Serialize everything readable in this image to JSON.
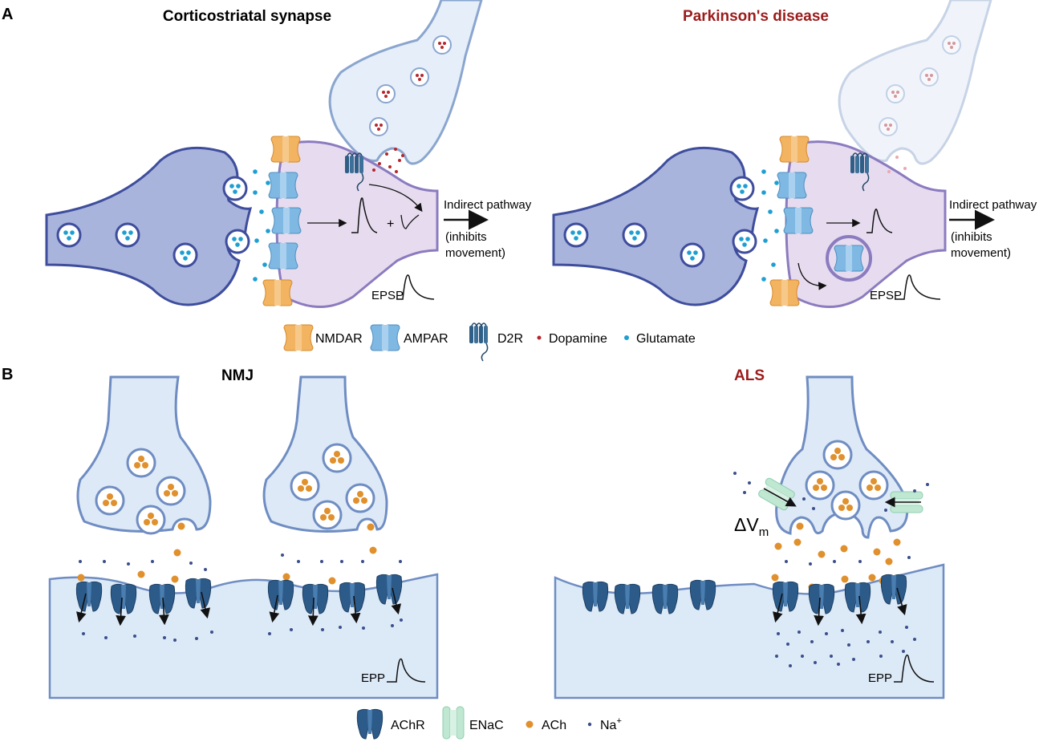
{
  "panel_a": {
    "letter": "A",
    "left_title": "Corticostriatal synapse",
    "right_title": "Parkinson's disease",
    "pathway_line1": "Indirect pathway",
    "pathway_line2": "(inhibits",
    "pathway_line3": "movement)",
    "plus_sign": "+",
    "epsp_label": "EPSP"
  },
  "legend_a": {
    "nmdar": "NMDAR",
    "ampar": "AMPAR",
    "d2r": "D2R",
    "dopamine": "Dopamine",
    "glutamate": "Glutamate"
  },
  "panel_b": {
    "letter": "B",
    "left_title": "NMJ",
    "right_title": "ALS",
    "epp_label": "EPP",
    "delta_vm_main": "ΔV",
    "delta_vm_sub": "m"
  },
  "legend_b": {
    "achr": "AChR",
    "enac": "ENaC",
    "ach": "ACh",
    "na": "Na",
    "na_sup": "+"
  },
  "colors": {
    "presyn_fill": "#a9b4dd",
    "presyn_stroke": "#3e4d9c",
    "postsyn_fill": "#e7dcef",
    "postsyn_stroke": "#8b7bbf",
    "da_neuron_fill": "#e6eef9",
    "da_neuron_stroke": "#8aa6cf",
    "dopamine": "#b5262c",
    "glutamate": "#1e9fd3",
    "nmdar": "#f2b461",
    "ampar": "#7fb8e2",
    "d2r": "#2f5f86",
    "muscle": "#dce9f7",
    "nmj_terminal": "#dde9f7",
    "nmj_stroke": "#6f8dc2",
    "achr": "#2c5b8a",
    "enac": "#bfe7d2",
    "ach": "#e0902c",
    "na": "#3c4f8c",
    "disease_title": "#9b1b1b"
  }
}
